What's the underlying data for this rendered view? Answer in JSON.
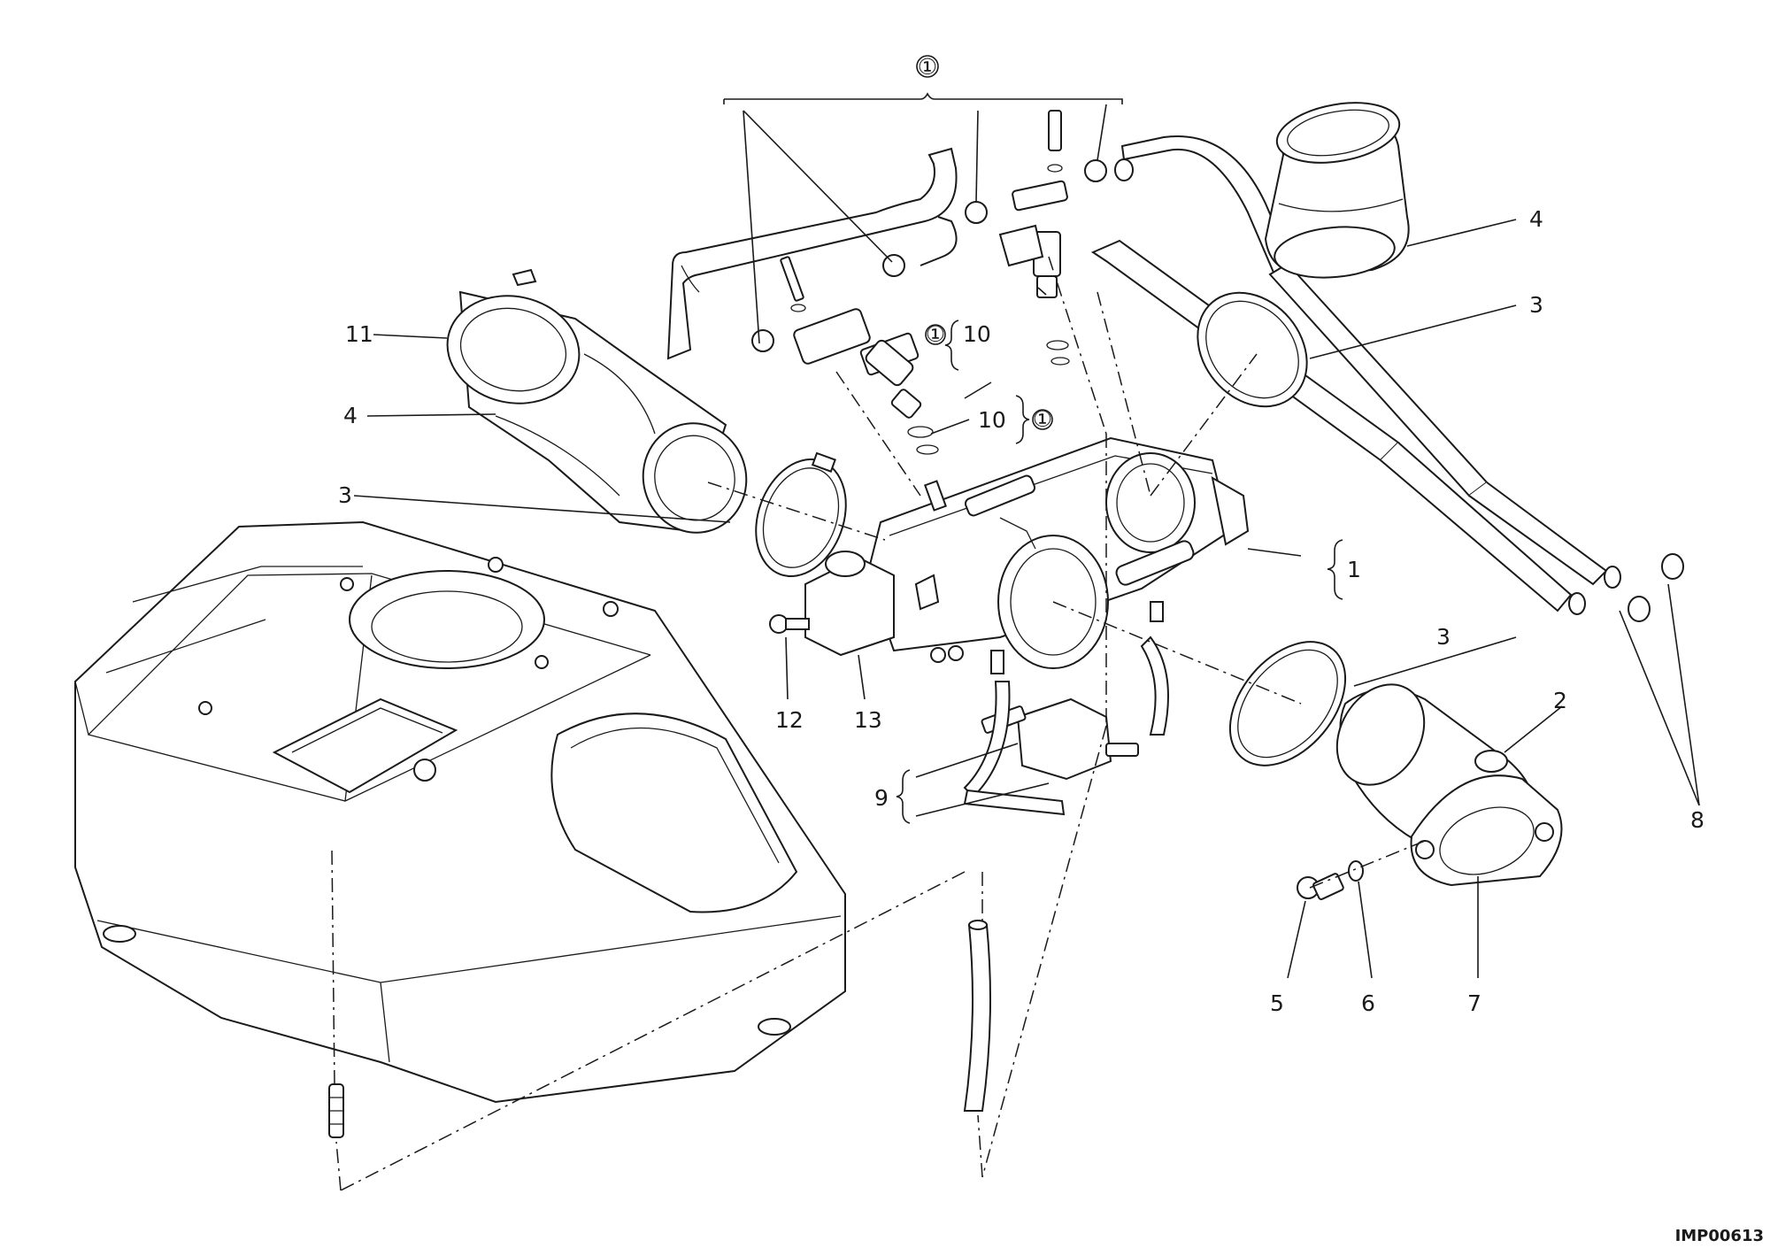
{
  "diagram": {
    "group_marker": "①",
    "callouts": {
      "c1": "1",
      "c2": "2",
      "c3a": "3",
      "c3b": "3",
      "c3c": "3",
      "c4a": "4",
      "c4b": "4",
      "c5": "5",
      "c6": "6",
      "c7": "7",
      "c8": "8",
      "c9": "9",
      "c10a": "10",
      "c10b": "10",
      "c11": "11",
      "c12": "12",
      "c13": "13"
    },
    "reference_code": "IMP00613"
  }
}
